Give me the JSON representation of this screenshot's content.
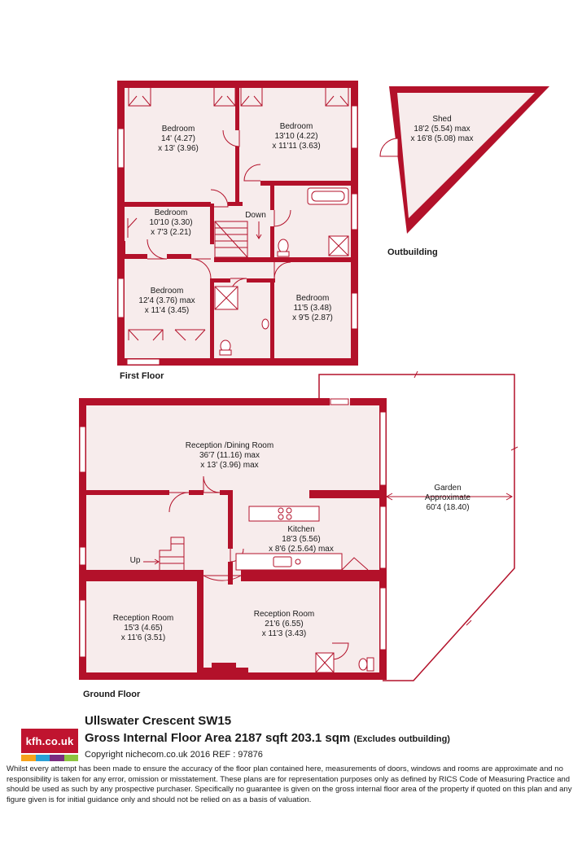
{
  "colors": {
    "wall": "#b3112a",
    "floor": "#f7ecec",
    "fixture_stroke": "#b3112a",
    "logo_red": "#c0142f",
    "logo_bar": [
      "#f6a21b",
      "#2aa0d6",
      "#7a2c80",
      "#8dc43f"
    ]
  },
  "first_floor": {
    "label": "First Floor",
    "rooms": [
      {
        "name": "Bedroom",
        "dim1": "14' (4.27)",
        "dim2": "x 13' (3.96)"
      },
      {
        "name": "Bedroom",
        "dim1": "13'10 (4.22)",
        "dim2": "x 11'11 (3.63)"
      },
      {
        "name": "Bedroom",
        "dim1": "10'10 (3.30)",
        "dim2": "x 7'3 (2.21)"
      },
      {
        "name": "Bedroom",
        "dim1": "12'4 (3.76) max",
        "dim2": "x 11'4 (3.45)"
      },
      {
        "name": "Bedroom",
        "dim1": "11'5 (3.48)",
        "dim2": "x 9'5 (2.87)"
      }
    ],
    "stair_label": "Down"
  },
  "outbuilding": {
    "label": "Outbuilding",
    "name": "Shed",
    "dim1": "18'2 (5.54) max",
    "dim2": "x 16'8 (5.08) max"
  },
  "ground_floor": {
    "label": "Ground Floor",
    "rooms": [
      {
        "name": "Reception /Dining Room",
        "dim1": "36'7 (11.16) max",
        "dim2": "x 13' (3.96) max"
      },
      {
        "name": "Kitchen",
        "dim1": "18'3 (5.56)",
        "dim2": "x 8'6 (2.5.64) max"
      },
      {
        "name": "Reception Room",
        "dim1": "15'3 (4.65)",
        "dim2": "x 11'6 (3.51)"
      },
      {
        "name": "Reception Room",
        "dim1": "21'6 (6.55)",
        "dim2": "x 11'3 (3.43)"
      }
    ],
    "stair_label": "Up",
    "garden": {
      "name": "Garden",
      "sub": "Approximate",
      "dim": "60'4 (18.40)"
    }
  },
  "footer": {
    "logo_text": "kfh.co.uk",
    "address": "Ullswater Crescent  SW15",
    "area_main": "Gross Internal Floor Area 2187 sqft 203.1 sqm",
    "area_note": "(Excludes outbuilding)",
    "copyright": "Copyright nichecom.co.uk 2016 REF : 97876",
    "disclaimer": "Whilst every attempt has been made to ensure the accuracy of the floor plan contained here, measurements of doors, windows and rooms are approximate and no responsibility is taken for any error, omission or misstatement.  These plans are for representation purposes only as defined by RICS Code of Measuring Practice and should be used as such by any prospective purchaser.  Specifically no guarantee is given on the gross internal floor area of the property if quoted on this plan and any figure given is for initial guidance only and should not be relied on as a basis of valuation."
  }
}
